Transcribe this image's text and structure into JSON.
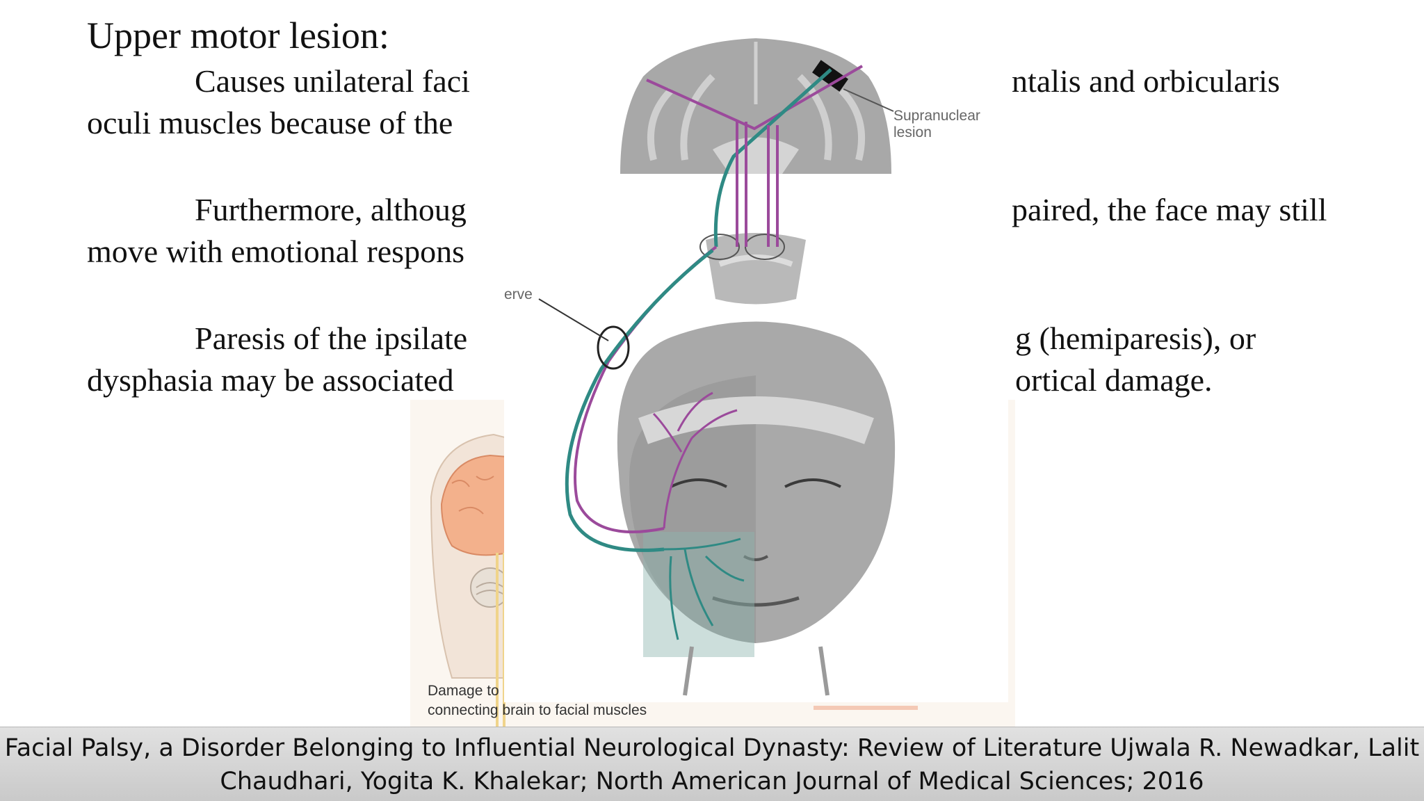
{
  "slide": {
    "heading": "Upper motor lesion:",
    "paragraphs": [
      {
        "line1": "Causes unilateral faci",
        "line1_right": "ntalis and orbicularis",
        "line2": "oculi muscles because of the"
      },
      {
        "line1": "Furthermore, althoug",
        "line1_right": "paired, the face may still",
        "line2": "move with emotional respons"
      },
      {
        "line1": "Paresis of the ipsilate",
        "line1_right": "g (hemiparesis), or",
        "line2": "dysphasia may be associated",
        "line2_right": "ortical damage."
      }
    ]
  },
  "figure": {
    "label_supranuclear": "Supranuclear",
    "label_lesion": "lesion",
    "label_nerve": "erve",
    "nerve_colors": {
      "purple": "#9b4a9b",
      "teal": "#2f8a84"
    }
  },
  "background_figure": {
    "caption_line1": "Damage to",
    "caption_line2": "connecting brain to facial muscles"
  },
  "footer": {
    "line1": "Facial Palsy, a Disorder Belonging to Influential Neurological Dynasty: Review of Literature Ujwala R. Newadkar, Lalit",
    "line2": "Chaudhari, Yogita K. Khalekar; North American Journal of Medical Sciences; 2016"
  }
}
